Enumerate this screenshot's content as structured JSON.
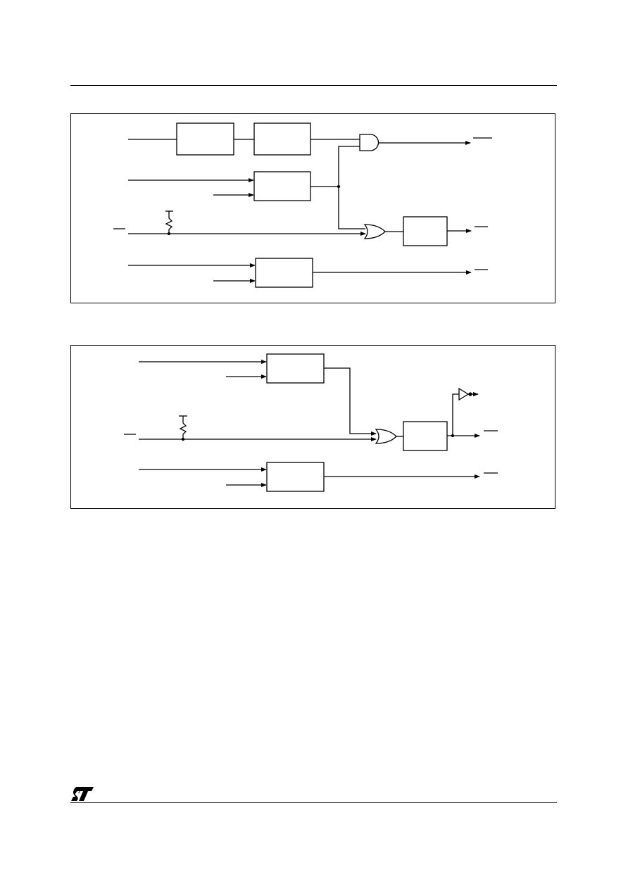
{
  "header": {
    "rule": true
  },
  "figure_top": {
    "blocks": [
      "block-a",
      "block-b",
      "block-c",
      "block-d",
      "block-e"
    ],
    "gates": [
      "and-gate",
      "or-gate"
    ],
    "pullup": true
  },
  "figure_bottom": {
    "blocks": [
      "block-a",
      "block-b",
      "block-c"
    ],
    "gates": [
      "or-gate",
      "buffer"
    ],
    "pullup": true
  },
  "footer": {
    "logo": "st-logo",
    "rule": true
  }
}
